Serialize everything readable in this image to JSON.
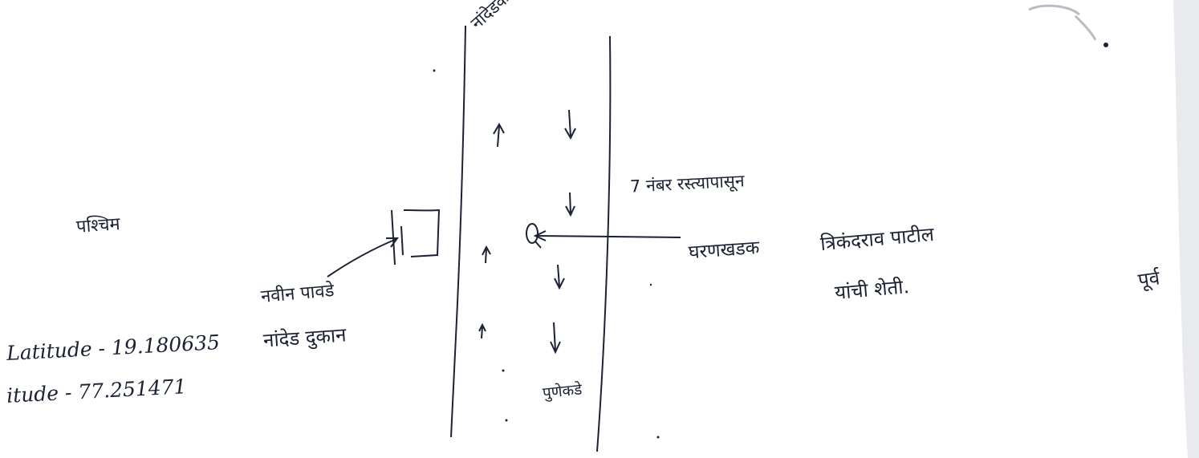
{
  "colors": {
    "paper": "#ffffff",
    "ink": "#1b2233",
    "smudge": "#b8bcc4"
  },
  "labels": {
    "west": "पश्चिम",
    "east": "पूर्व",
    "road_north_end": "नांदेडकडे",
    "road_south_end": "पुणेकडे",
    "school": "नवीन पावडे",
    "shop": "नांदेड दुकान",
    "road_side": "7 नंबर रस्त्यापासून",
    "farm": "घरणखडक",
    "owner_line1": "त्रिकंदराव पाटील",
    "owner_line2": "यांची शेती."
  },
  "coordinates": {
    "latitude_text": "Latitude - 19.180635",
    "longitude_text": "itude - 77.251471"
  }
}
